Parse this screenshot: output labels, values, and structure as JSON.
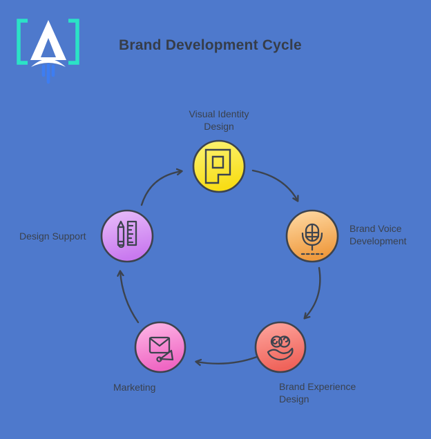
{
  "canvas": {
    "background_color": "#4E79CC"
  },
  "header": {
    "title": "Brand Development Cycle",
    "title_color": "#363D49",
    "logo": {
      "icon": "rocket-a-logo",
      "bracket_color": "#2BE3C6",
      "letter_color": "#FFFFFF",
      "thruster_color": "#3D7DF2"
    }
  },
  "cycle": {
    "stroke_color": "#3C434E",
    "label_color": "#3A414D",
    "nodes": [
      {
        "id": "visual-identity-design",
        "label_lines": [
          "Visual Identity",
          "Design"
        ],
        "icon": "lettermark-draft-icon",
        "fill_top": "#FCF477",
        "fill_bottom": "#F8DD16"
      },
      {
        "id": "brand-voice-development",
        "label_lines": [
          "Brand Voice",
          "Development"
        ],
        "icon": "microphone-icon",
        "fill_top": "#FFDCA8",
        "fill_bottom": "#EF9A3E"
      },
      {
        "id": "brand-experience-design",
        "label_lines": [
          "Brand Experience",
          "Design"
        ],
        "icon": "brain-in-hand-icon",
        "fill_top": "#FFA8A0",
        "fill_bottom": "#EF635A"
      },
      {
        "id": "marketing",
        "label_lines": [
          "Marketing"
        ],
        "icon": "email-megaphone-icon",
        "fill_top": "#FFBAE8",
        "fill_bottom": "#EF66C3"
      },
      {
        "id": "design-support",
        "label_lines": [
          "Design Support"
        ],
        "icon": "pencil-ruler-icon",
        "fill_top": "#E9BFFA",
        "fill_bottom": "#C979EF"
      }
    ]
  }
}
